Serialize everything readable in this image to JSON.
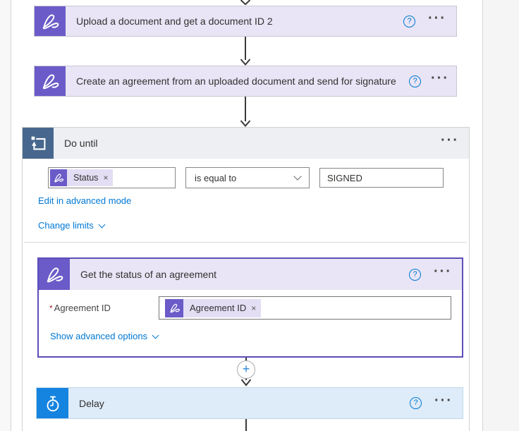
{
  "ui": {
    "help": "?",
    "ellipsis": "···",
    "remove": "×",
    "plus": "+"
  },
  "colors": {
    "adobe_purple": "#6A5BC8",
    "lavender_header": "#E9E5F6",
    "do_until_slate": "#47678E",
    "do_until_header": "#EDEFF2",
    "delay_blue": "#1584E0",
    "delay_header": "#DEEBF8",
    "link_blue": "#0078D4",
    "selected_border": "#5C4DB8",
    "required_red": "#A4262C"
  },
  "actions": {
    "upload": {
      "title": "Upload a document and get a document ID 2"
    },
    "create": {
      "title": "Create an agreement from an uploaded document and send for signature"
    },
    "do_until": {
      "title": "Do until",
      "condition": {
        "left_token": "Status",
        "operator": "is equal to",
        "value": "SIGNED"
      },
      "edit_advanced_link": "Edit in advanced mode",
      "change_limits_link": "Change limits"
    },
    "get_status": {
      "title": "Get the status of an agreement",
      "field_label": "Agreement ID",
      "field_required": "*",
      "field_token": "Agreement ID",
      "show_advanced_link": "Show advanced options"
    },
    "delay": {
      "title": "Delay"
    }
  }
}
